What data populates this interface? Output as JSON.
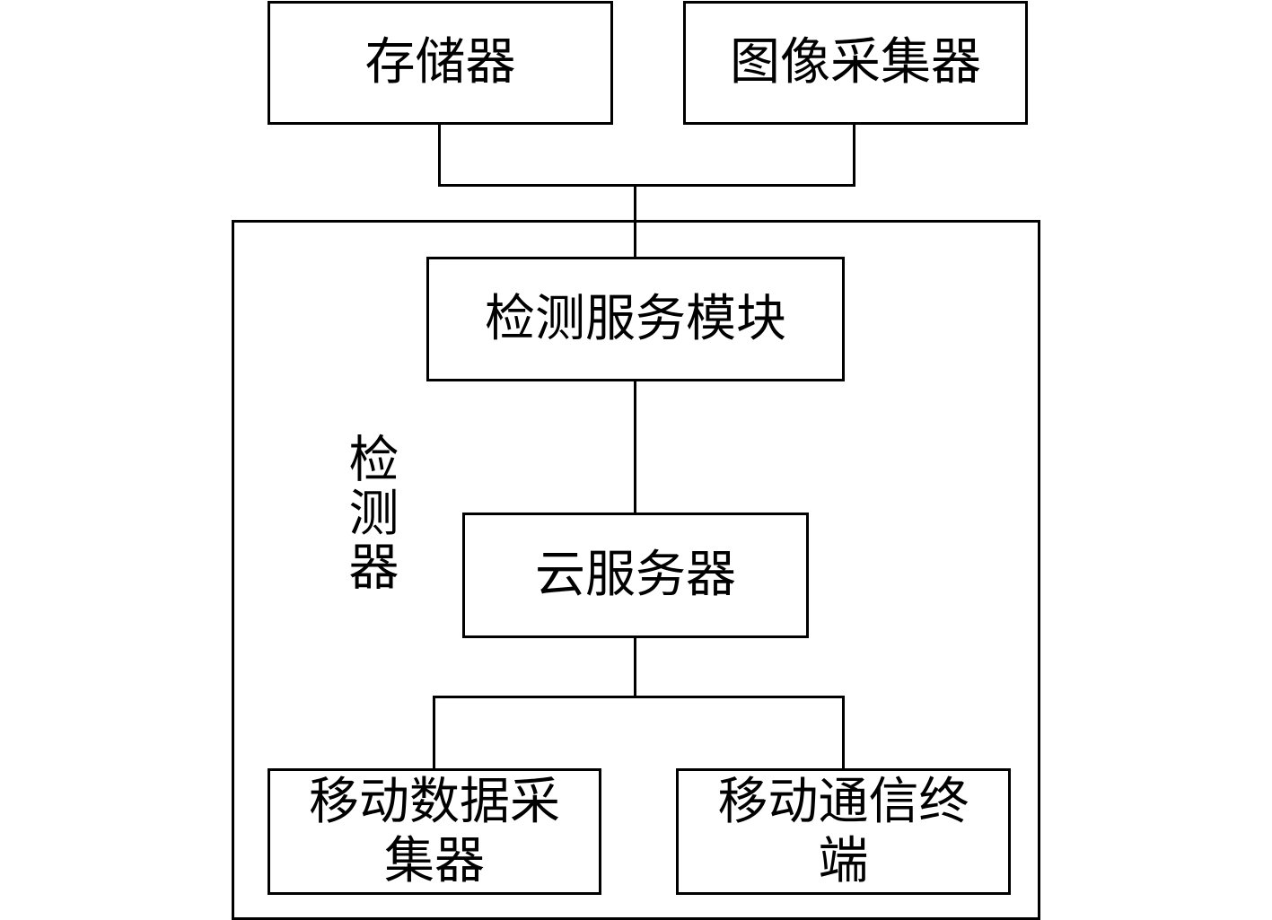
{
  "diagram": {
    "blocks": {
      "memory": "存储器",
      "image_collector": "图像采集器",
      "detection_service_module": "检测服务模块",
      "cloud_server": "云服务器",
      "mobile_data_collector": "移动数据采\n集器",
      "mobile_comm_terminal": "移动通信终\n端"
    },
    "detector_group_label": "检测器",
    "line_color": "#000000"
  }
}
